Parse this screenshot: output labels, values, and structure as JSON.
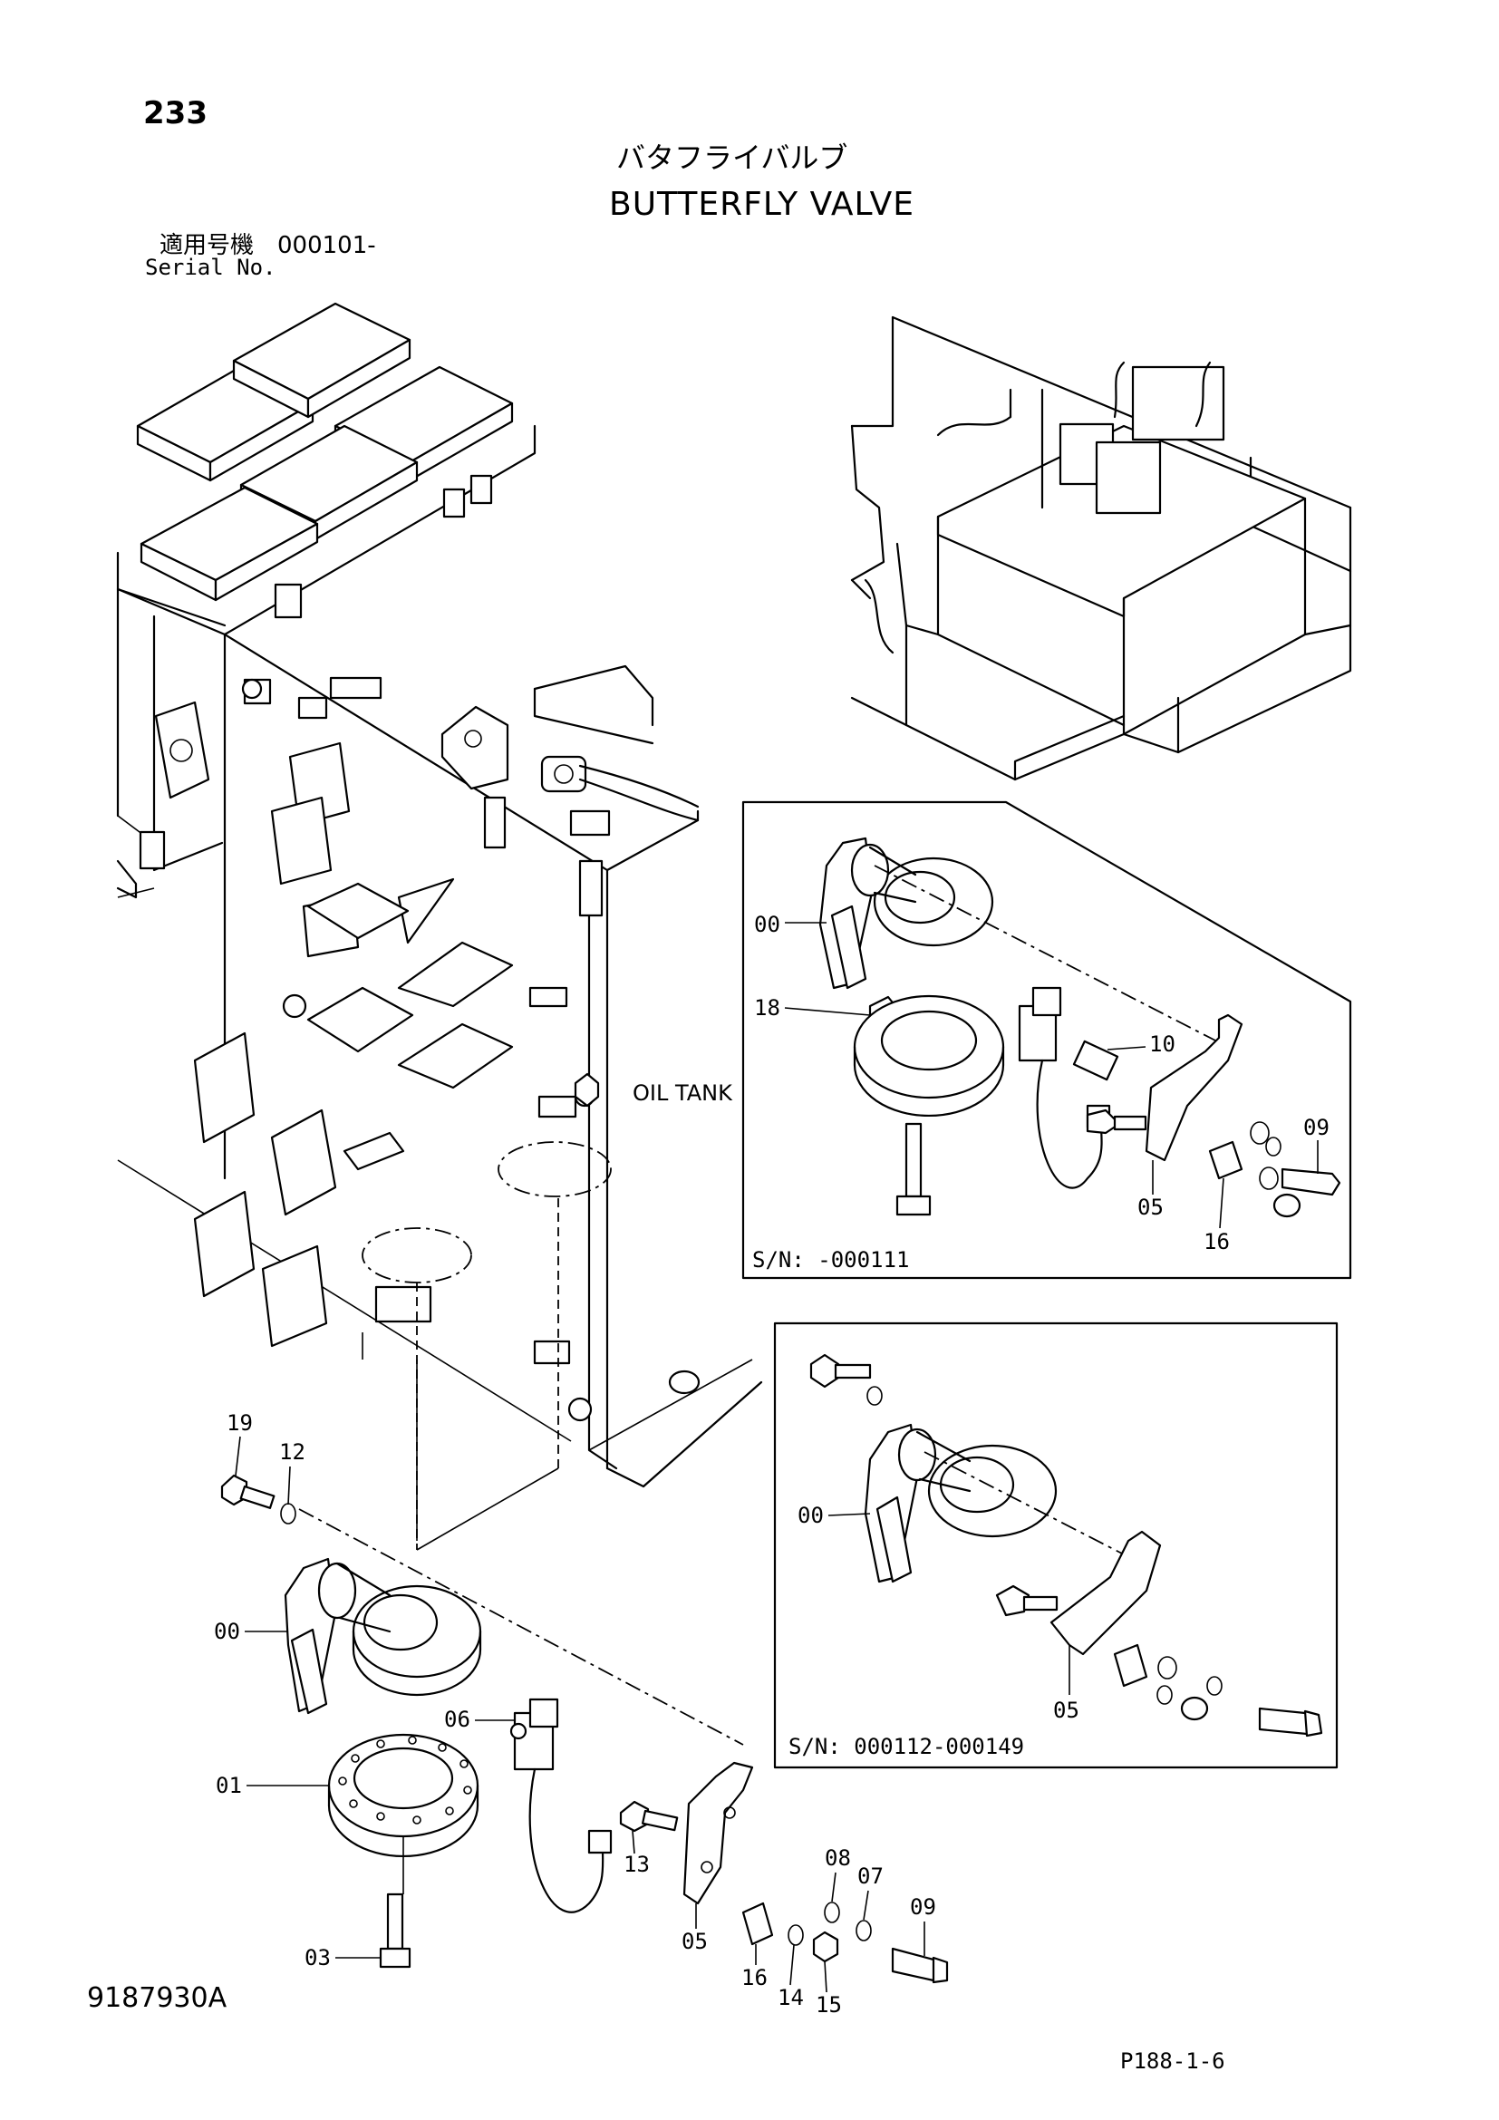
{
  "page_number": "233",
  "title_jp": "バタフライバルブ",
  "title_en": "BUTTERFLY VALVE",
  "serial_label_jp": "適用号機　000101-",
  "serial_label_en": "Serial No.",
  "document_code": "9187930A",
  "page_reference": "P188-1-6",
  "oil_tank_label": "OIL TANK",
  "inset_top": {
    "serial": "S/N: -000111",
    "parts": [
      "00",
      "18",
      "10",
      "09",
      "05",
      "16"
    ]
  },
  "inset_bottom": {
    "serial": "S/N: 000112-000149",
    "parts": [
      "00",
      "05"
    ]
  },
  "main_parts": [
    "19",
    "12",
    "00",
    "06",
    "01",
    "03",
    "13",
    "05",
    "16",
    "14",
    "08",
    "07",
    "15",
    "09"
  ]
}
